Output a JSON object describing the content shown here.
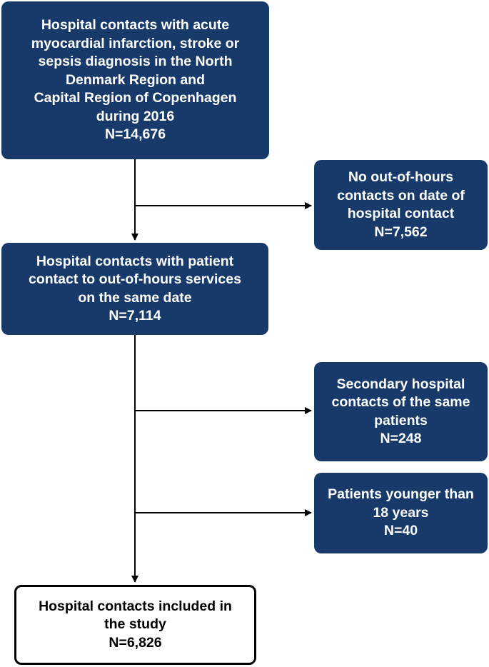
{
  "colors": {
    "box_fill": "#173a6b",
    "box_text": "#ffffff",
    "final_box_border": "#000000",
    "final_box_text": "#000000",
    "arrow": "#000000"
  },
  "boxes": {
    "initial": {
      "lines": [
        "Hospital contacts with acute",
        "myocardial infarction, stroke or",
        "sepsis diagnosis in the North",
        "Denmark Region and",
        "Capital Region of Copenhagen",
        "during 2016"
      ],
      "count": "N=14,676"
    },
    "excluded_no_ooh": {
      "lines": [
        "No out-of-hours",
        "contacts on date of",
        "hospital contact"
      ],
      "count": "N=7,562"
    },
    "ooh_same_date": {
      "lines": [
        "Hospital contacts with patient",
        "contact to out-of-hours services",
        "on the same date"
      ],
      "count": "N=7,114"
    },
    "excluded_secondary": {
      "lines": [
        "Secondary hospital",
        "contacts of the same",
        "patients"
      ],
      "count": "N=248"
    },
    "excluded_young": {
      "lines": [
        "Patients younger than",
        "18 years"
      ],
      "count": "N=40"
    },
    "included": {
      "lines": [
        "Hospital contacts included in",
        "the study"
      ],
      "count": "N=6,826"
    }
  }
}
